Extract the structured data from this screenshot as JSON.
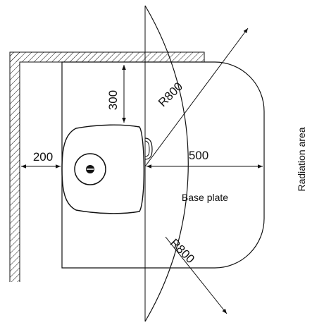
{
  "labels": {
    "dim_300": "300",
    "dim_200": "200",
    "dim_500": "500",
    "radius_top": "R800",
    "radius_bottom": "R800",
    "base_plate": "Base plate",
    "radiation_area": "Radiation area"
  },
  "colors": {
    "line": "#111111",
    "background": "#ffffff"
  }
}
